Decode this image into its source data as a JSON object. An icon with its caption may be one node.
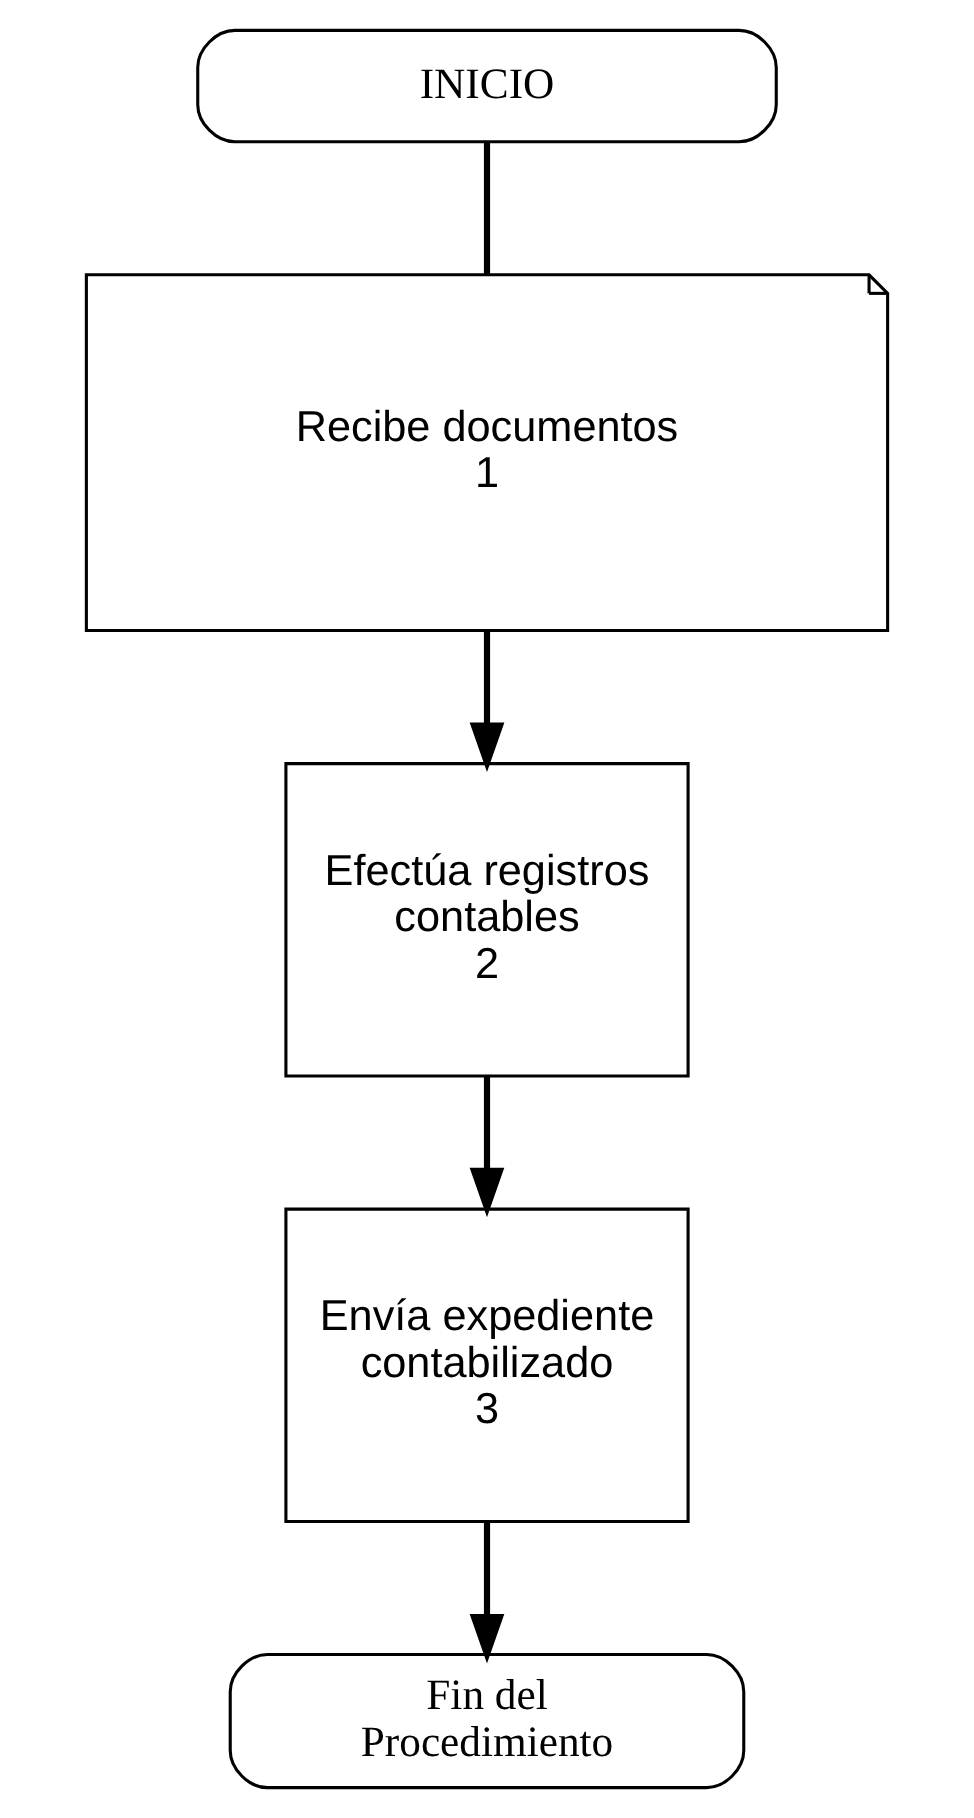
{
  "diagram": {
    "nodes": [
      {
        "text": [
          "INICIO"
        ]
      },
      {
        "text": [
          "Recibe documentos",
          "1"
        ]
      },
      {
        "text": [
          "Efectúa registros contables",
          "2"
        ]
      },
      {
        "text": [
          "Envía expediente contabilizado",
          "3"
        ]
      },
      {
        "text": [
          "Fin del Procedimiento"
        ]
      }
    ],
    "edges": [
      {
        "from": 0,
        "to": 1,
        "arrow": "none"
      },
      {
        "from": 1,
        "to": 2,
        "arrow": "to"
      },
      {
        "from": 2,
        "to": 3,
        "arrow": "to"
      },
      {
        "from": 3,
        "to": 4,
        "arrow": "to"
      }
    ]
  }
}
